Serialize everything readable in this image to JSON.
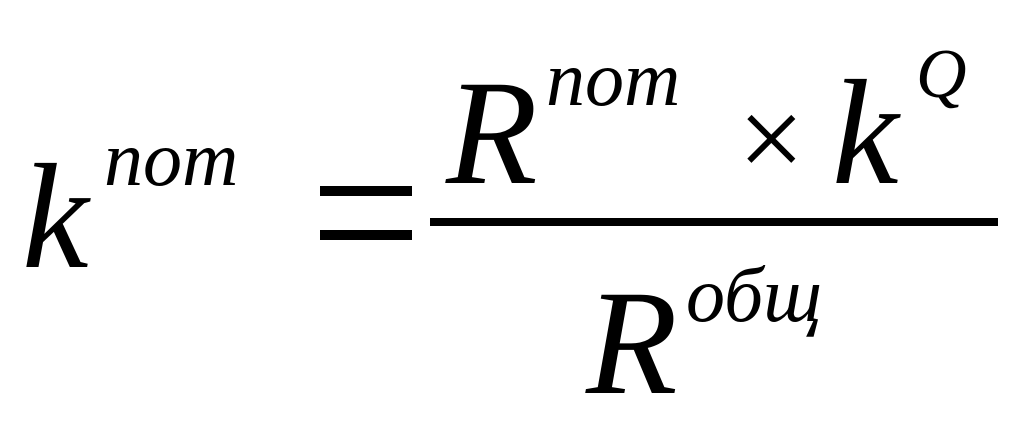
{
  "formula": {
    "lhs": {
      "base": "k",
      "superscript": "пот"
    },
    "operator": "=",
    "numerator": {
      "term1_base": "R",
      "term1_superscript": "пот",
      "multiply": "×",
      "term2_base": "k",
      "term2_superscript": "Q"
    },
    "denominator": {
      "base": "R",
      "superscript": "общ"
    }
  }
}
